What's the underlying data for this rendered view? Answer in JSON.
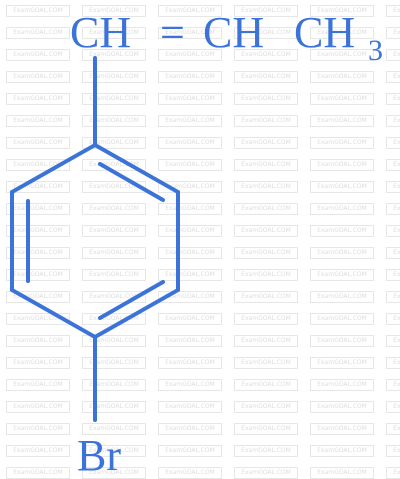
{
  "molecule": {
    "top_group": {
      "ch1": "CH",
      "equals": "=",
      "ch2": "CH",
      "ch3_main": "CH",
      "ch3_subscript": "3"
    },
    "substituent_bottom": "Br"
  },
  "watermark": {
    "text": "ExamGOAL.COM"
  },
  "colors": {
    "structure": "#3b73d9",
    "watermark": "#dddddd",
    "background": "#ffffff"
  }
}
